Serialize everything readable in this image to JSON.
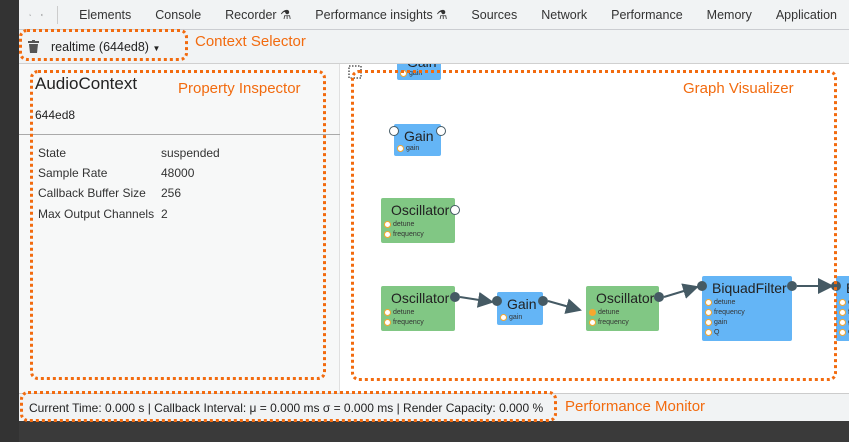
{
  "toolbar": {
    "tabs": [
      "Elements",
      "Console",
      "Recorder",
      "Performance insights",
      "Sources",
      "Network",
      "Performance",
      "Memory",
      "Application"
    ],
    "icons": [
      "inspect-element-icon",
      "device-toolbar-icon"
    ]
  },
  "context": {
    "selected": "realtime (644ed8)"
  },
  "inspector": {
    "title": "AudioContext",
    "id": "644ed8",
    "properties": [
      {
        "label": "State",
        "value": "suspended"
      },
      {
        "label": "Sample Rate",
        "value": "48000"
      },
      {
        "label": "Callback Buffer Size",
        "value": "256"
      },
      {
        "label": "Max Output Channels",
        "value": "2"
      }
    ]
  },
  "graph": {
    "nodes": [
      {
        "type": "Gain",
        "params": [
          "gain"
        ]
      },
      {
        "type": "Gain",
        "params": [
          "gain"
        ]
      },
      {
        "type": "Oscillator",
        "params": [
          "detune",
          "frequency"
        ]
      },
      {
        "type": "Oscillator",
        "params": [
          "detune",
          "frequency"
        ]
      },
      {
        "type": "Gain",
        "params": [
          "gain"
        ]
      },
      {
        "type": "Oscillator",
        "params": [
          "detune",
          "frequency"
        ]
      },
      {
        "type": "BiquadFilter",
        "params": [
          "detune",
          "frequency",
          "gain",
          "Q"
        ]
      },
      {
        "type": "B",
        "params": [
          "de",
          "fr",
          "ga",
          "Q"
        ]
      }
    ]
  },
  "status": {
    "text": "Current Time: 0.000 s | Callback Interval: μ = 0.000 ms σ = 0.000 ms | Render Capacity: 0.000 %"
  },
  "annotations": {
    "context": "Context Selector",
    "inspector": "Property Inspector",
    "graph": "Graph Visualizer",
    "monitor": "Performance Monitor"
  },
  "colors": {
    "annotation": "#f26b0f",
    "gain": "#64b5f6",
    "oscillator": "#81c784",
    "port": "#455a64",
    "param": "#f7a72f"
  }
}
